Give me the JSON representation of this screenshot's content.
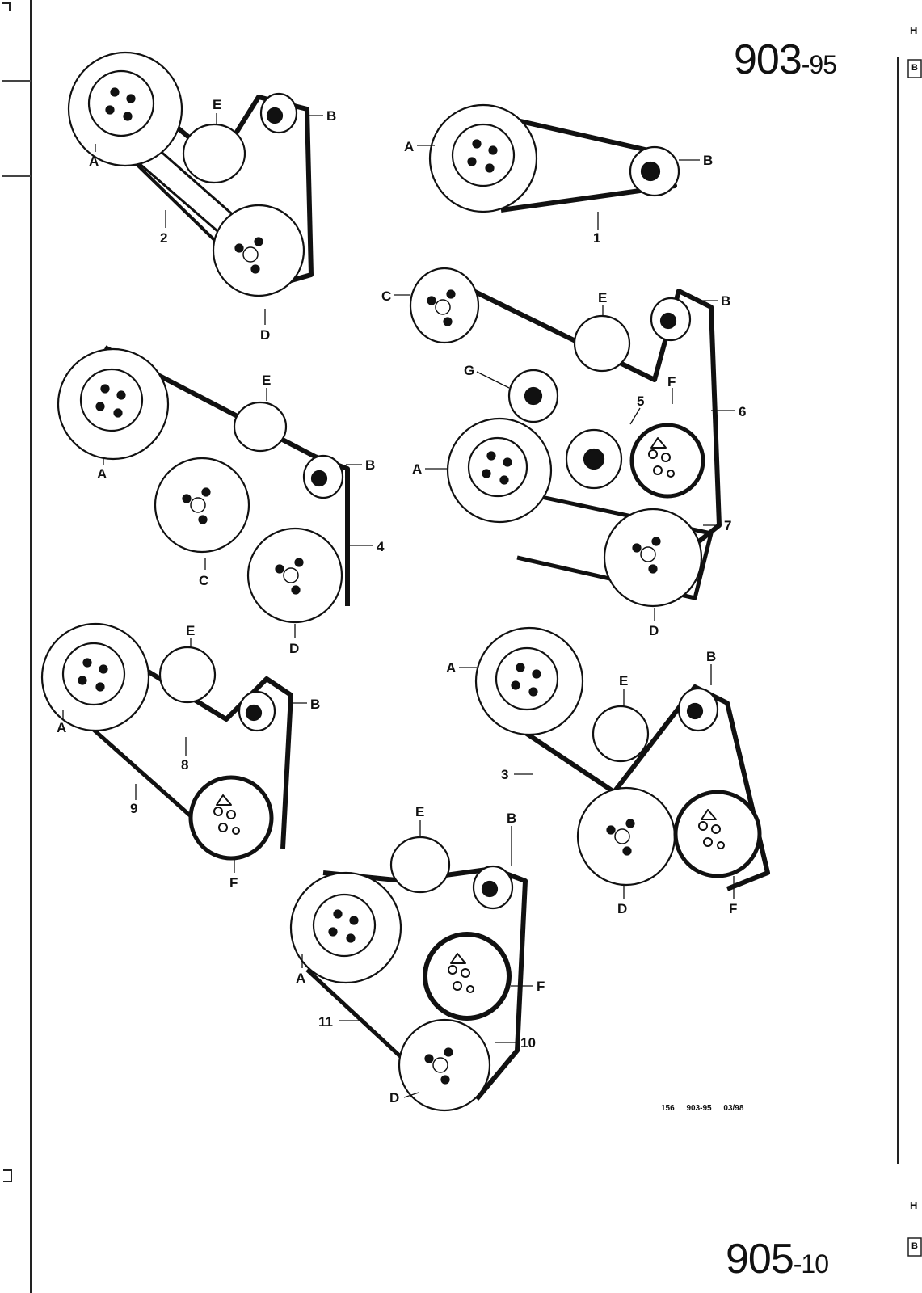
{
  "page": {
    "header_top": {
      "main": "903",
      "sub": "-95"
    },
    "header_bottom": {
      "main": "905",
      "sub": "-10"
    },
    "footer": {
      "ref": "156",
      "code": "903-95",
      "date": "03/98"
    },
    "right_edge": {
      "letter_top": "H",
      "letter_bottom": "H",
      "box_top": "B",
      "box_bottom": "B"
    }
  },
  "diagrams": [
    {
      "id": "d2",
      "labels": {
        "A": "A",
        "E": "E",
        "B": "B",
        "D": "D",
        "belt": "2"
      }
    },
    {
      "id": "d1",
      "labels": {
        "A": "A",
        "B": "B",
        "belt": "1"
      }
    },
    {
      "id": "d4",
      "labels": {
        "A": "A",
        "E": "E",
        "B": "B",
        "C": "C",
        "D": "D",
        "belt": "4"
      }
    },
    {
      "id": "d567",
      "labels": {
        "C": "C",
        "E": "E",
        "B": "B",
        "G": "G",
        "F": "F",
        "A": "A",
        "D": "D",
        "belt5": "5",
        "belt6": "6",
        "belt7": "7"
      }
    },
    {
      "id": "d89",
      "labels": {
        "A": "A",
        "E": "E",
        "B": "B",
        "F": "F",
        "belt8": "8",
        "belt9": "9"
      }
    },
    {
      "id": "d3",
      "labels": {
        "A": "A",
        "E": "E",
        "B": "B",
        "D": "D",
        "F": "F",
        "belt": "3"
      }
    },
    {
      "id": "d1011",
      "labels": {
        "E": "E",
        "B": "B",
        "A": "A",
        "F": "F",
        "D": "D",
        "belt10": "10",
        "belt11": "11"
      }
    }
  ]
}
